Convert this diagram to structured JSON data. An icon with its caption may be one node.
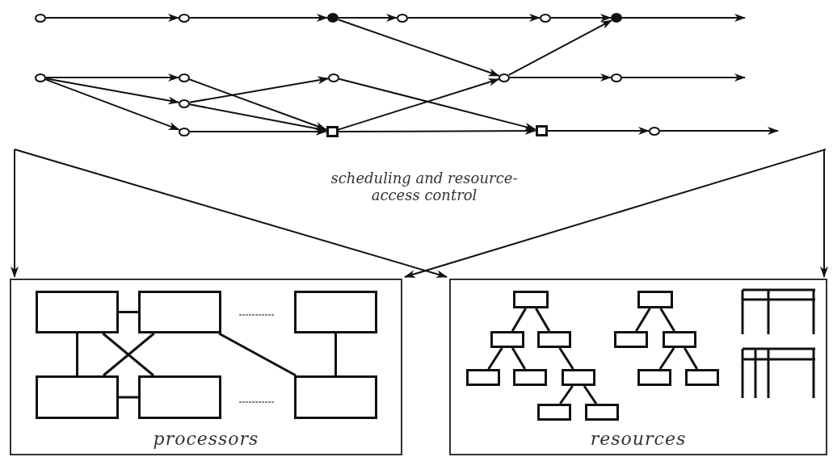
{
  "diagram": {
    "nodes": [
      {
        "text": [],
        "shape": "circle"
      },
      {
        "text": [],
        "shape": "circle"
      },
      {
        "text": [],
        "shape": "dot"
      },
      {
        "text": [],
        "shape": "circle"
      },
      {
        "text": [],
        "shape": "circle"
      },
      {
        "text": [],
        "shape": "dot"
      },
      {
        "text": [],
        "shape": "circle"
      },
      {
        "text": [],
        "shape": "circle"
      },
      {
        "text": [],
        "shape": "circle"
      },
      {
        "text": [],
        "shape": "circle"
      },
      {
        "text": [],
        "shape": "circle"
      },
      {
        "text": [],
        "shape": "circle"
      },
      {
        "text": [],
        "shape": "circle"
      },
      {
        "text": [],
        "shape": "box"
      },
      {
        "text": [],
        "shape": "box"
      },
      {
        "text": [],
        "shape": "circle"
      },
      {
        "text": [
          "processors"
        ]
      },
      {
        "text": [],
        "shape": "box",
        "in": 16
      },
      {
        "text": [],
        "shape": "box",
        "in": 16
      },
      {
        "text": [],
        "shape": "box",
        "in": 16
      },
      {
        "text": [],
        "shape": "box",
        "in": 16
      },
      {
        "text": [],
        "shape": "box",
        "in": 16
      },
      {
        "text": [],
        "shape": "box",
        "in": 16
      },
      {
        "text": [
          "resources"
        ]
      },
      {
        "text": [],
        "shape": "box",
        "in": 23
      },
      {
        "text": [],
        "shape": "box",
        "in": 23
      },
      {
        "text": [],
        "shape": "box",
        "in": 23
      },
      {
        "text": [],
        "shape": "box",
        "in": 23
      },
      {
        "text": [],
        "shape": "box",
        "in": 23
      },
      {
        "text": [],
        "shape": "box",
        "in": 23
      },
      {
        "text": [],
        "shape": "box",
        "in": 23
      },
      {
        "text": [],
        "shape": "box",
        "in": 23
      },
      {
        "text": [],
        "shape": "box",
        "in": 23
      },
      {
        "text": [],
        "shape": "box",
        "in": 23
      },
      {
        "text": [],
        "shape": "box",
        "in": 23
      },
      {
        "text": [],
        "shape": "box",
        "in": 23
      },
      {
        "text": [],
        "shape": "box",
        "in": 23
      }
    ],
    "edges": [
      {
        "from": 0,
        "to": 1,
        "arrow": "to"
      },
      {
        "from": 1,
        "to": 2,
        "arrow": "to"
      },
      {
        "from": 2,
        "to": 3,
        "arrow": "to"
      },
      {
        "from": 3,
        "to": 4,
        "arrow": "to"
      },
      {
        "from": 4,
        "to": 5,
        "arrow": "to"
      },
      {
        "from": 5,
        "to": null,
        "arrow": "to"
      },
      {
        "from": 2,
        "to": 9,
        "arrow": "to"
      },
      {
        "from": 6,
        "to": 7,
        "arrow": "to"
      },
      {
        "from": 6,
        "to": 11,
        "arrow": "to"
      },
      {
        "from": 6,
        "to": 12,
        "arrow": "to"
      },
      {
        "from": 7,
        "to": 13,
        "arrow": "to"
      },
      {
        "from": 11,
        "to": 8,
        "arrow": "to"
      },
      {
        "from": 11,
        "to": 13,
        "arrow": "to"
      },
      {
        "from": 12,
        "to": 13,
        "arrow": "to"
      },
      {
        "from": 8,
        "to": 14,
        "arrow": "to"
      },
      {
        "from": 13,
        "to": 9,
        "arrow": "to"
      },
      {
        "from": 9,
        "to": 5,
        "arrow": "to"
      },
      {
        "from": 9,
        "to": 10,
        "arrow": "to"
      },
      {
        "from": 10,
        "to": null,
        "arrow": "to"
      },
      {
        "from": 13,
        "to": 14,
        "arrow": "to"
      },
      {
        "from": 14,
        "to": 15,
        "arrow": "to"
      },
      {
        "from": 15,
        "to": null,
        "arrow": "to"
      },
      {
        "from": null,
        "to": 16,
        "arrow": "to"
      },
      {
        "from": null,
        "to": 23,
        "arrow": "to"
      },
      {
        "from": null,
        "to": 16,
        "arrow": "to"
      },
      {
        "from": null,
        "to": 23,
        "arrow": "to"
      },
      {
        "from": 17,
        "to": 18,
        "arrow": "none"
      },
      {
        "from": 17,
        "to": 20,
        "arrow": "none"
      },
      {
        "from": 17,
        "to": 21,
        "arrow": "none"
      },
      {
        "from": 18,
        "to": 20,
        "arrow": "none"
      },
      {
        "from": 18,
        "to": 22,
        "arrow": "none"
      },
      {
        "from": 19,
        "to": 22,
        "arrow": "none"
      },
      {
        "from": 20,
        "to": 21,
        "arrow": "none"
      },
      {
        "from": 24,
        "to": 26,
        "arrow": "none"
      },
      {
        "from": 24,
        "to": 27,
        "arrow": "none"
      },
      {
        "from": 26,
        "to": 30,
        "arrow": "none"
      },
      {
        "from": 26,
        "to": 31,
        "arrow": "none"
      },
      {
        "from": 27,
        "to": 32,
        "arrow": "none"
      },
      {
        "from": 32,
        "to": 35,
        "arrow": "none"
      },
      {
        "from": 32,
        "to": 36,
        "arrow": "none"
      },
      {
        "from": 25,
        "to": 28,
        "arrow": "none"
      },
      {
        "from": 25,
        "to": 29,
        "arrow": "none"
      },
      {
        "from": 29,
        "to": 33,
        "arrow": "none"
      },
      {
        "from": 29,
        "to": 34,
        "arrow": "none"
      }
    ],
    "labels": [
      "scheduling and resource-access control"
    ]
  }
}
